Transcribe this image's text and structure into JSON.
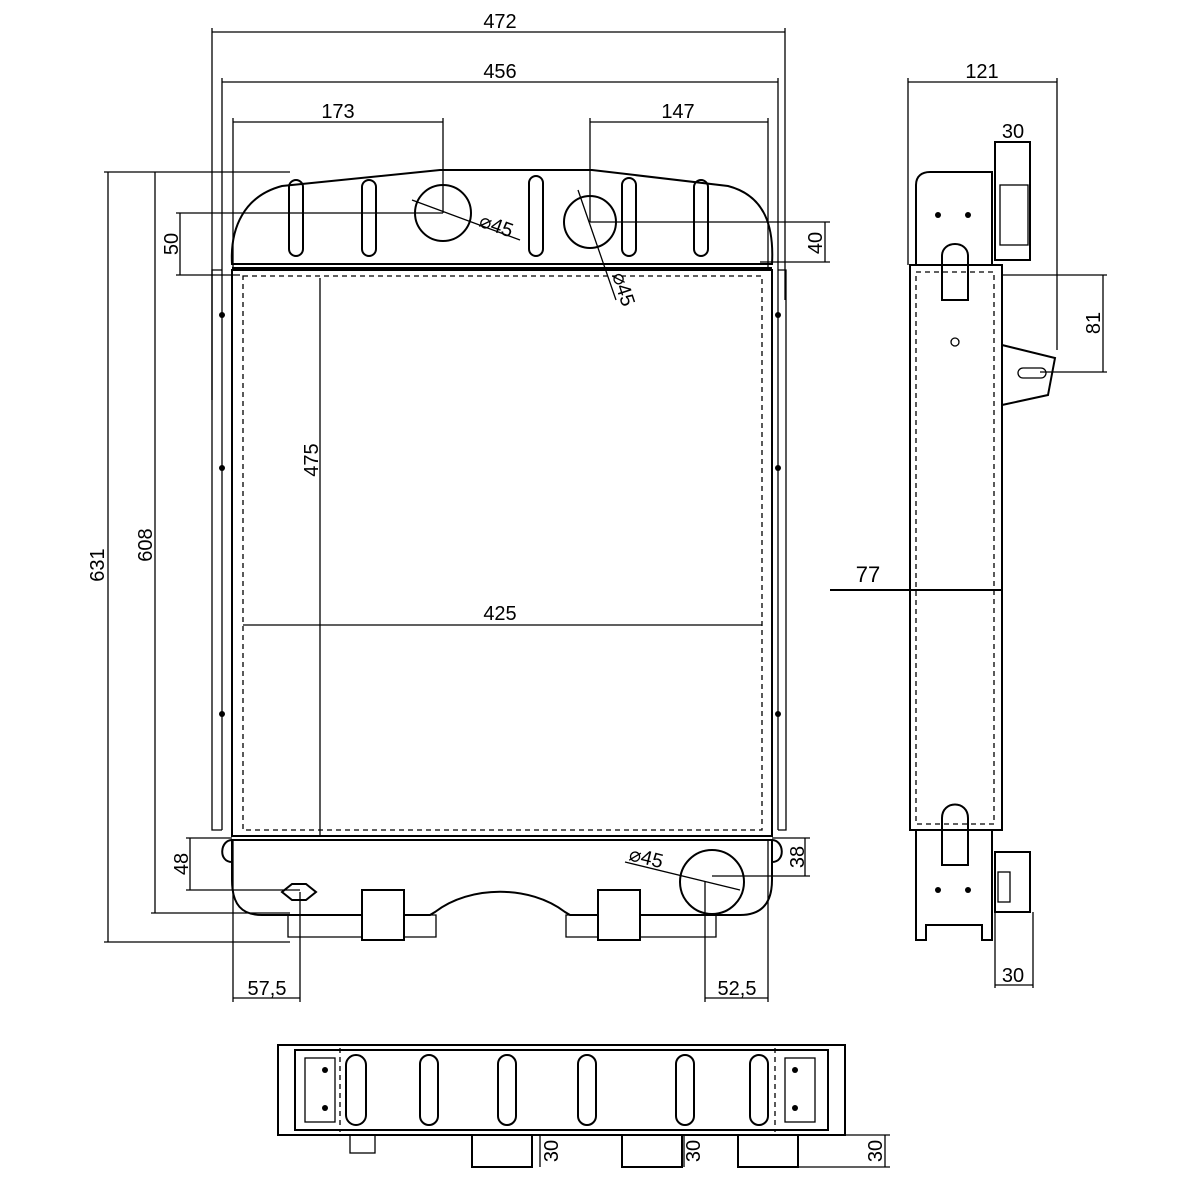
{
  "title": "Radiator technical drawing",
  "dimensions": {
    "overall_width": "472",
    "bracket_width": "456",
    "inlet_offset": "173",
    "outlet_offset_top": "147",
    "top_tank_left": "50",
    "top_tank_right": "40",
    "pipe_diameter_1": "⌀45",
    "pipe_diameter_2": "⌀45",
    "pipe_diameter_3": "⌀45",
    "overall_height": "631",
    "height_608": "608",
    "core_height": "475",
    "core_width": "425",
    "bottom_tank_left": "48",
    "bottom_tank_right": "38",
    "drain_offset": "57,5",
    "outlet_offset_bottom": "52,5",
    "side_depth": "121",
    "side_pipe_top": "30",
    "side_bracket_height": "81",
    "core_depth": "77",
    "side_pipe_bottom": "30",
    "bottom_pipe_1": "30",
    "bottom_pipe_2": "30",
    "bottom_pipe_3": "30"
  }
}
